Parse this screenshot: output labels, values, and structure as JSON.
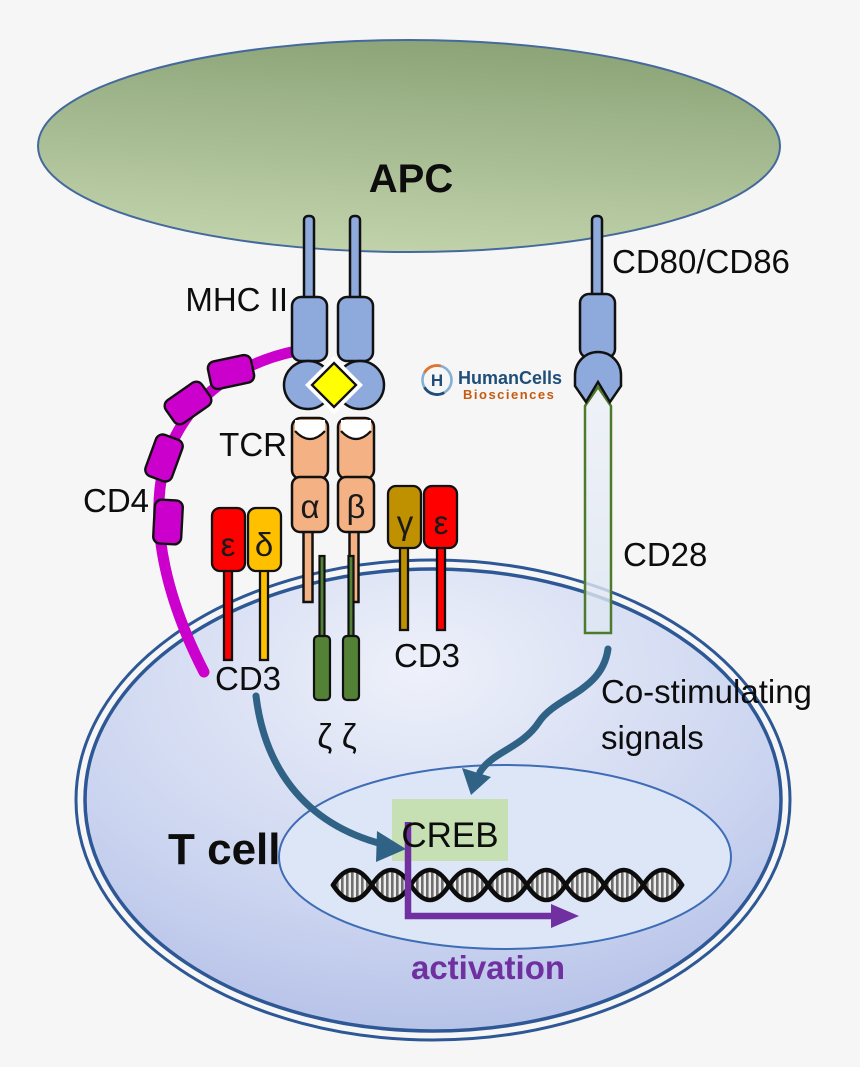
{
  "cells": {
    "apc_label": "APC",
    "t_cell_label": "T cell"
  },
  "molecules": {
    "mhc2_label": "MHC II",
    "tcr_label": "TCR",
    "cd4_label": "CD4",
    "cd3_left_label": "CD3",
    "cd3_right_label": "CD3",
    "cd80_cd86_label": "CD80/CD86",
    "cd28_label": "CD28",
    "tcr_alpha": "α",
    "tcr_beta": "β",
    "cd3_gamma": "γ",
    "cd3_epsilon_left": "ε",
    "cd3_delta": "δ",
    "cd3_epsilon_right": "ε",
    "zeta_chains": "ζ ζ"
  },
  "signaling": {
    "co_stimulating_line1": "Co-stimulating",
    "co_stimulating_line2": "signals",
    "creb_label": "CREB",
    "activation_label": "activation"
  },
  "logo": {
    "monogram": "H",
    "name": "HumanCells",
    "tagline": "Biosciences"
  },
  "colors": {
    "apc_green_top": "#8CA478",
    "apc_green_bottom": "#C3D4AD",
    "membrane_blue": "#2E5795",
    "receptor_blue": "#8EA9DC",
    "tcr_salmon": "#F4B183",
    "cd3_red": "#FF0000",
    "cd3_gold": "#FFC000",
    "cd3_dark_gold": "#BF9000",
    "zeta_green": "#538135",
    "cd4_magenta": "#CC00CC",
    "cd28_border_green": "#4E7A2E",
    "antigen_yellow": "#FFFF00",
    "t_cell_edge_fill": "#AAB7E6",
    "t_cell_center_fill": "#EEF1FA",
    "nucleus_fill": "#DCE6F7",
    "creb_bg": "#C6E0B4",
    "activation_purple": "#7030A0",
    "signal_arrow_teal": "#2F6285",
    "logo_blue": "#1F4E79",
    "logo_orange": "#C55A11"
  }
}
